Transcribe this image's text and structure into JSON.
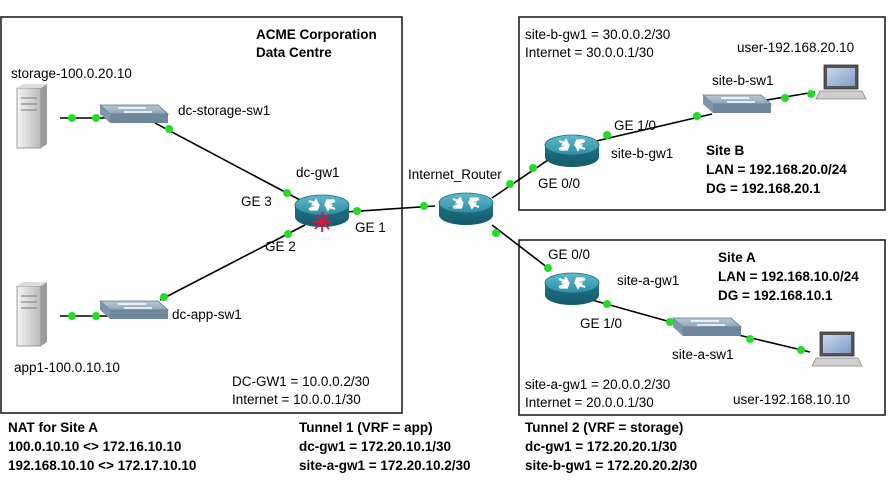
{
  "datacentre": {
    "title": "ACME Corporation",
    "subtitle": "Data Centre",
    "gw_addr": "DC-GW1 = 10.0.0.2/30",
    "inet_addr": "Internet = 10.0.0.1/30"
  },
  "nodes": {
    "storage_server": "storage-100.0.20.10",
    "app_server": "app1-100.0.10.10",
    "dc_storage_sw": "dc-storage-sw1",
    "dc_app_sw": "dc-app-sw1",
    "dc_gw": "dc-gw1",
    "internet_router": "Internet_Router",
    "site_b_gw": "site-b-gw1",
    "site_b_sw": "site-b-sw1",
    "site_b_user": "user-192.168.20.10",
    "site_a_gw": "site-a-gw1",
    "site_a_sw": "site-a-sw1",
    "site_a_user": "user-192.168.10.10"
  },
  "interfaces": {
    "dc_ge3": "GE 3",
    "dc_ge2": "GE 2",
    "dc_ge1": "GE 1",
    "b_ge10": "GE 1/0",
    "b_ge00": "GE 0/0",
    "a_ge00": "GE 0/0",
    "a_ge10": "GE 1/0"
  },
  "site_b": {
    "gw_addr": "site-b-gw1 = 30.0.0.2/30",
    "inet_addr": "Internet = 30.0.0.1/30",
    "name": "Site B",
    "lan": "LAN = 192.168.20.0/24",
    "dg": "DG = 192.168.20.1"
  },
  "site_a": {
    "gw_addr": "site-a-gw1 = 20.0.0.2/30",
    "inet_addr": "Internet = 20.0.0.1/30",
    "name": "Site A",
    "lan": "LAN = 192.168.10.0/24",
    "dg": "DG = 192.168.10.1"
  },
  "notes": {
    "nat_title": "NAT for Site A",
    "nat_1": "100.0.10.10 <> 172.16.10.10",
    "nat_2": "192.168.10.10 <> 172.17.10.10",
    "t1_title": "Tunnel 1 (VRF = app)",
    "t1_dc": "dc-gw1 = 172.20.10.1/30",
    "t1_site": "site-a-gw1 = 172.20.10.2/30",
    "t2_title": "Tunnel 2 (VRF = storage)",
    "t2_dc": "dc-gw1 = 172.20.20.1/30",
    "t2_site": "site-b-gw1 = 172.20.20.2/30"
  },
  "colors": {
    "link_dot": "#22dd22",
    "router": "#1e7f94",
    "switch": "#7f98ad"
  },
  "icons": {
    "router": "router-icon",
    "switch": "switch-icon",
    "server": "server-icon",
    "laptop": "laptop-icon"
  }
}
